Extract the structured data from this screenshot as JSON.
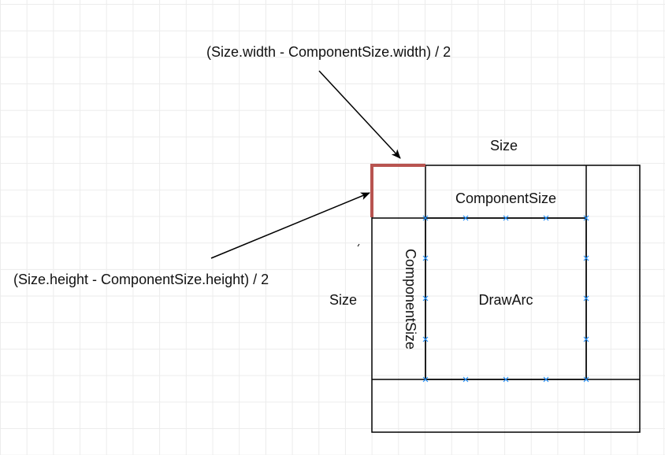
{
  "labels": {
    "width_offset": "(Size.width - ComponentSize.width) / 2",
    "height_offset": "(Size.height - ComponentSize.height) / 2",
    "size_top": "Size",
    "size_left": "Size",
    "component_size_top": "ComponentSize",
    "component_size_left": "ComponentSize",
    "draw_arc": "DrawArc"
  },
  "colors": {
    "line": "#000000",
    "highlight": "#b85450",
    "handle": "#1f8fff",
    "grid": "#ececec"
  }
}
